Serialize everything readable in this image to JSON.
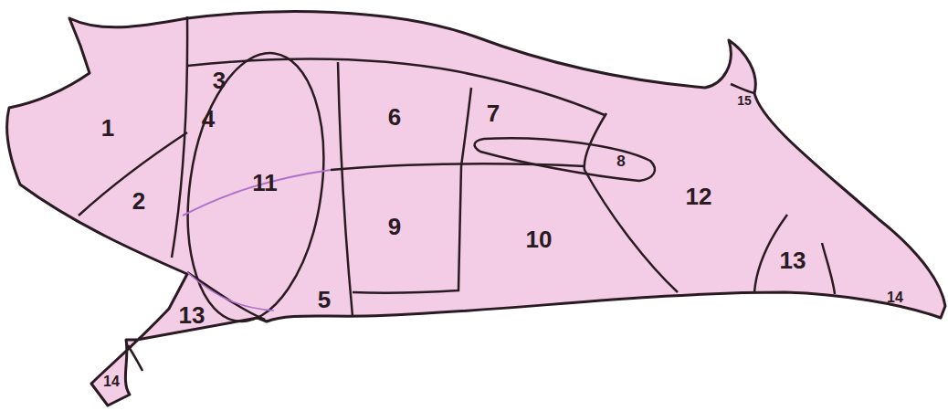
{
  "diagram": {
    "labels": [
      "3",
      "1",
      "4",
      "6",
      "7",
      "15",
      "8",
      "11",
      "2",
      "12",
      "9",
      "10",
      "13",
      "5",
      "14",
      "13",
      "14"
    ]
  }
}
